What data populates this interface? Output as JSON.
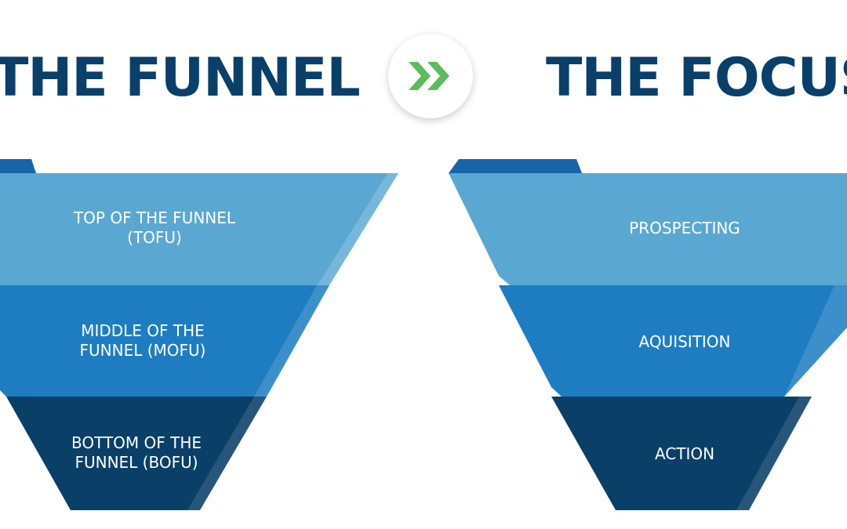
{
  "headings": {
    "left": "THE FUNNEL",
    "right": "THE FOCUS"
  },
  "colors": {
    "heading": "#0a3f6a",
    "top_tier": "#5aa8d2",
    "middle_tier": "#1e7dc0",
    "bottom_tier": "#0a3f68",
    "arrow": "#5cbb5c",
    "tab": "#1565a8"
  },
  "arrow_icon": "double-chevron-right-icon",
  "funnel_left": {
    "tiers": [
      {
        "label": "TOP OF THE FUNNEL\n(TOFU)"
      },
      {
        "label": "MIDDLE OF THE\nFUNNEL (MOFU)"
      },
      {
        "label": "BOTTOM OF THE\nFUNNEL (BOFU)"
      }
    ]
  },
  "funnel_right": {
    "tiers": [
      {
        "label": "PROSPECTING"
      },
      {
        "label": "AQUISITION"
      },
      {
        "label": "ACTION"
      }
    ]
  }
}
